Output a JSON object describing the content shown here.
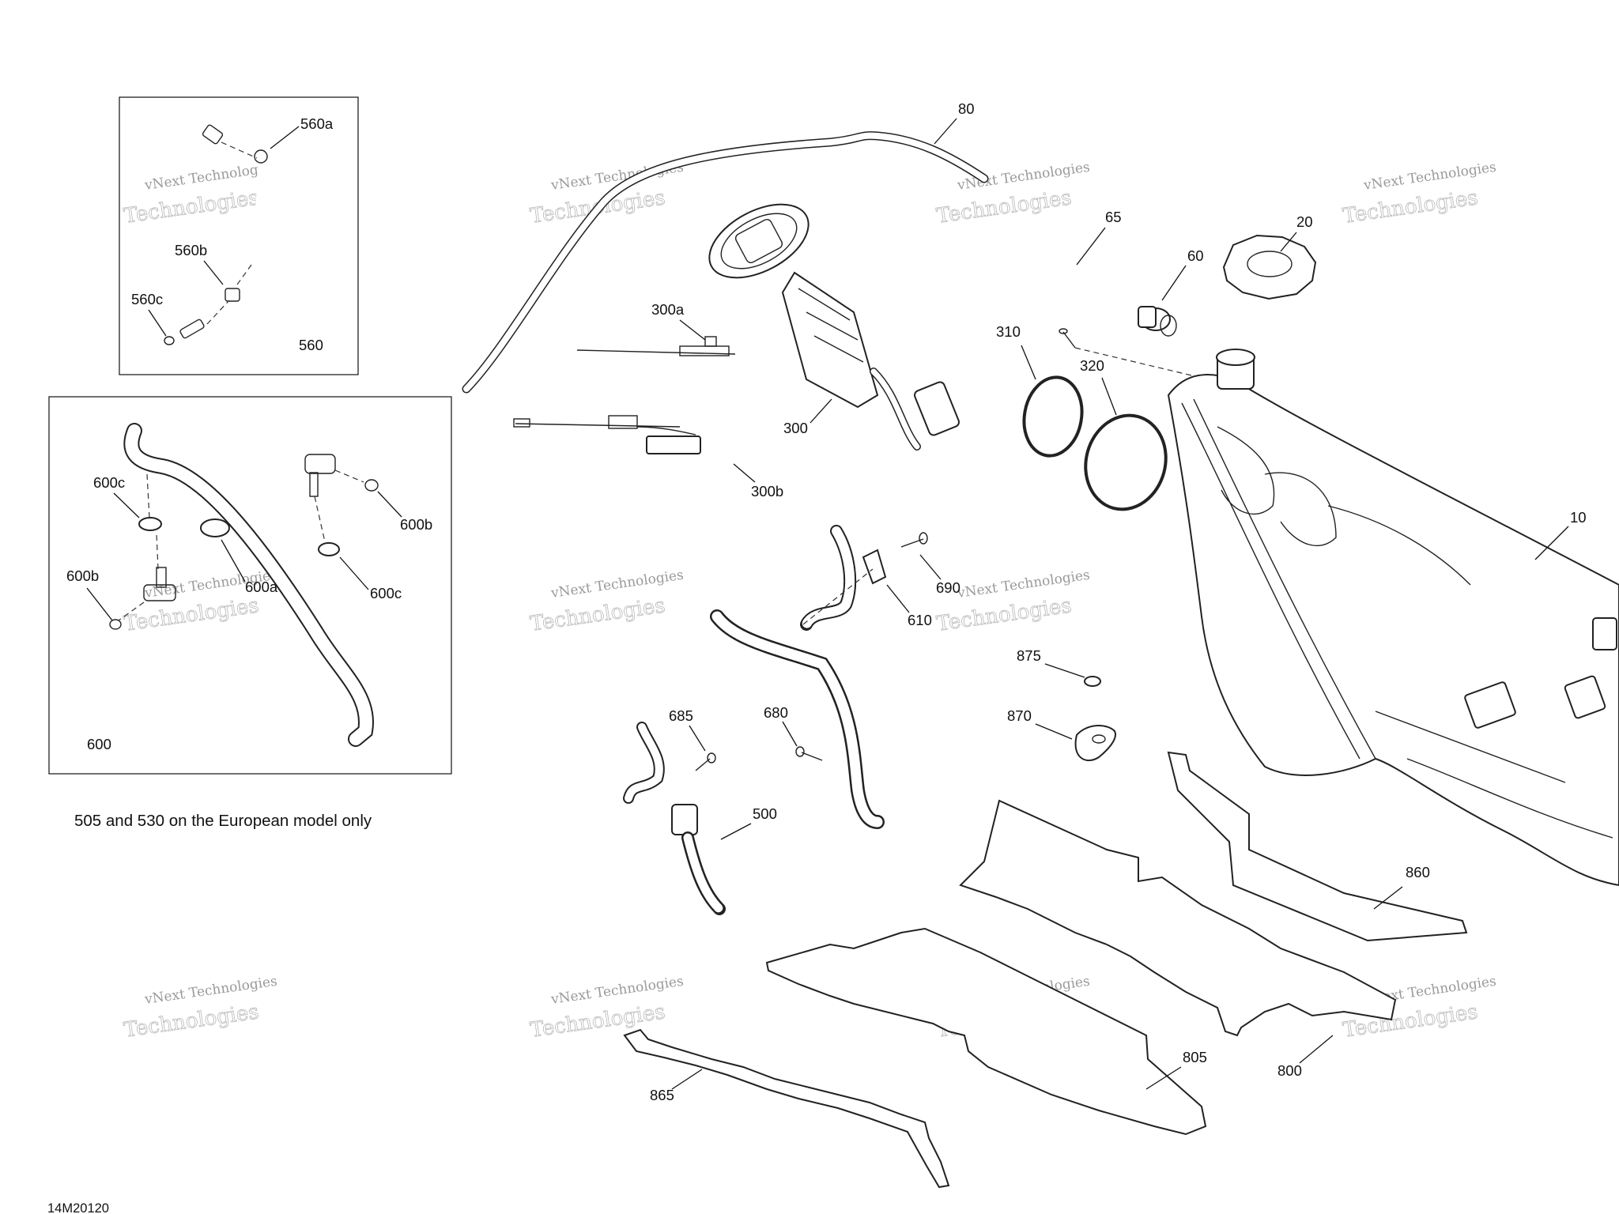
{
  "figure_id": "14M20120",
  "note": "505 and 530 on the European model only",
  "inset_labels": {
    "box_560": "560",
    "box_600": "600"
  },
  "callouts": {
    "c560a": "560a",
    "c560b": "560b",
    "c560c": "560c",
    "c600a": "600a",
    "c600b_right": "600b",
    "c600b_left": "600b",
    "c600c_left": "600c",
    "c600c_right": "600c",
    "c80": "80",
    "c65": "65",
    "c60": "60",
    "c20": "20",
    "c300a": "300a",
    "c300": "300",
    "c300b": "300b",
    "c310": "310",
    "c320": "320",
    "c10": "10",
    "c690": "690",
    "c610": "610",
    "c875": "875",
    "c870": "870",
    "c685": "685",
    "c680": "680",
    "c500": "500",
    "c860": "860",
    "c805": "805",
    "c800": "800",
    "c865": "865"
  },
  "watermark": {
    "line1": "vNext Technologies",
    "line2": "Technologies"
  }
}
